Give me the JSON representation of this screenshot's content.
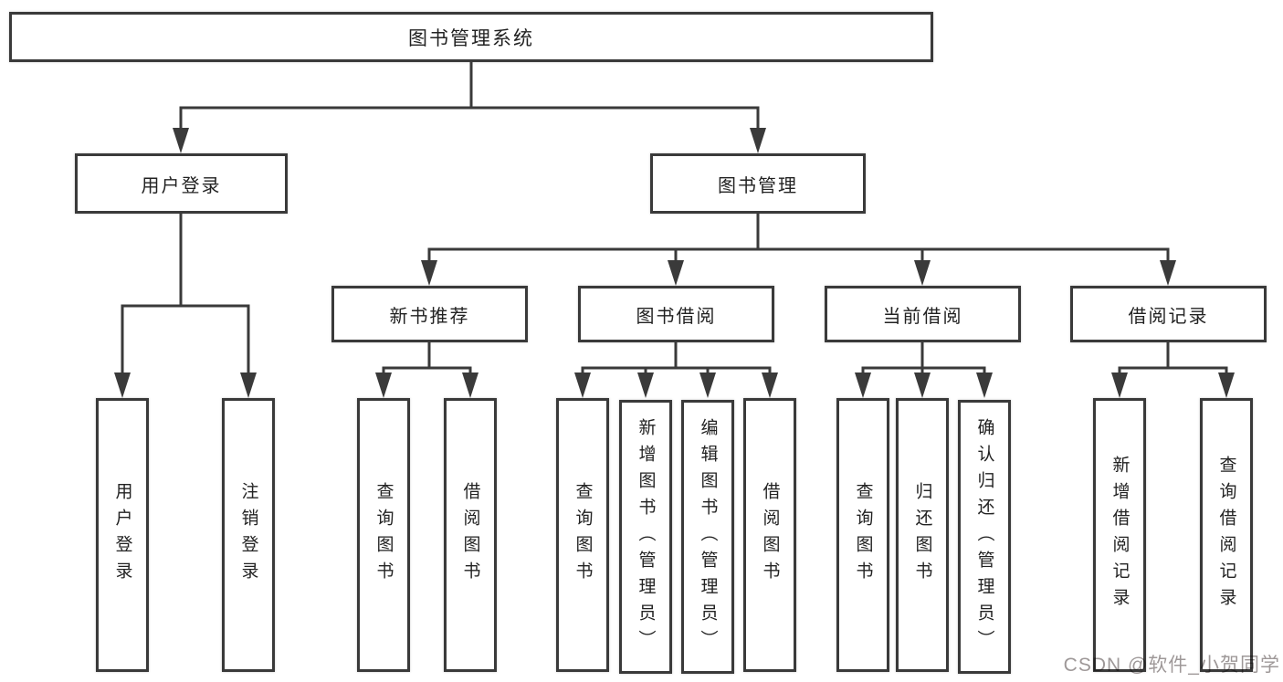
{
  "diagram": {
    "root": {
      "label": "图书管理系统"
    },
    "branches": [
      {
        "label": "用户登录",
        "children": [
          {
            "label": "用户登录"
          },
          {
            "label": "注销登录"
          }
        ]
      },
      {
        "label": "图书管理",
        "children": [
          {
            "label": "新书推荐",
            "children": [
              {
                "label": "查询图书"
              },
              {
                "label": "借阅图书"
              }
            ]
          },
          {
            "label": "图书借阅",
            "children": [
              {
                "label": "查询图书"
              },
              {
                "label": "新增图书（管理员）"
              },
              {
                "label": "编辑图书（管理员）"
              },
              {
                "label": "借阅图书"
              }
            ]
          },
          {
            "label": "当前借阅",
            "children": [
              {
                "label": "查询图书"
              },
              {
                "label": "归还图书"
              },
              {
                "label": "确认归还（管理员）"
              }
            ]
          },
          {
            "label": "借阅记录",
            "children": [
              {
                "label": "新增借阅记录"
              },
              {
                "label": "查询借阅记录"
              }
            ]
          }
        ]
      }
    ]
  },
  "colors": {
    "line": "#3a3a3a",
    "box_border": "#3a3a3a",
    "box_fill": "#ffffff",
    "text": "#222222",
    "watermark": "#9e9898"
  },
  "watermark": {
    "text": "CSDN @软件_小贺同学"
  }
}
